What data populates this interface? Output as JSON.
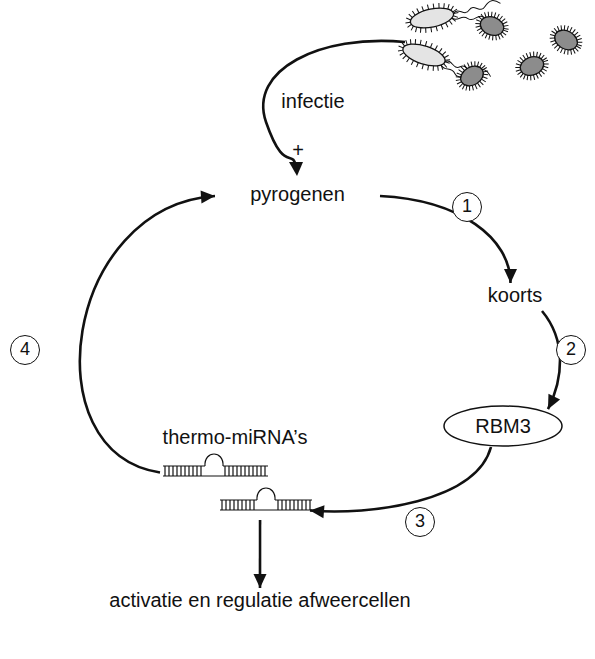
{
  "diagram": {
    "nodes": [
      {
        "text": [
          "pyrogenen"
        ]
      },
      {
        "text": [
          "koorts"
        ]
      },
      {
        "text": [
          "RBM3"
        ]
      },
      {
        "text": [
          "thermo-miRNA’s"
        ]
      },
      {
        "text": [
          "activatie en regulatie afweercellen"
        ]
      }
    ],
    "edges": [
      {
        "from": 0,
        "to": 1,
        "arrow": "to",
        "label": "1"
      },
      {
        "from": 1,
        "to": 2,
        "arrow": "to",
        "label": "2"
      },
      {
        "from": 2,
        "to": 3,
        "arrow": "to",
        "label": "3"
      },
      {
        "from": 3,
        "to": 0,
        "arrow": "to",
        "label": "4"
      },
      {
        "from": 3,
        "to": 4,
        "arrow": "to"
      }
    ],
    "labels": [
      "infectie",
      "+"
    ]
  }
}
